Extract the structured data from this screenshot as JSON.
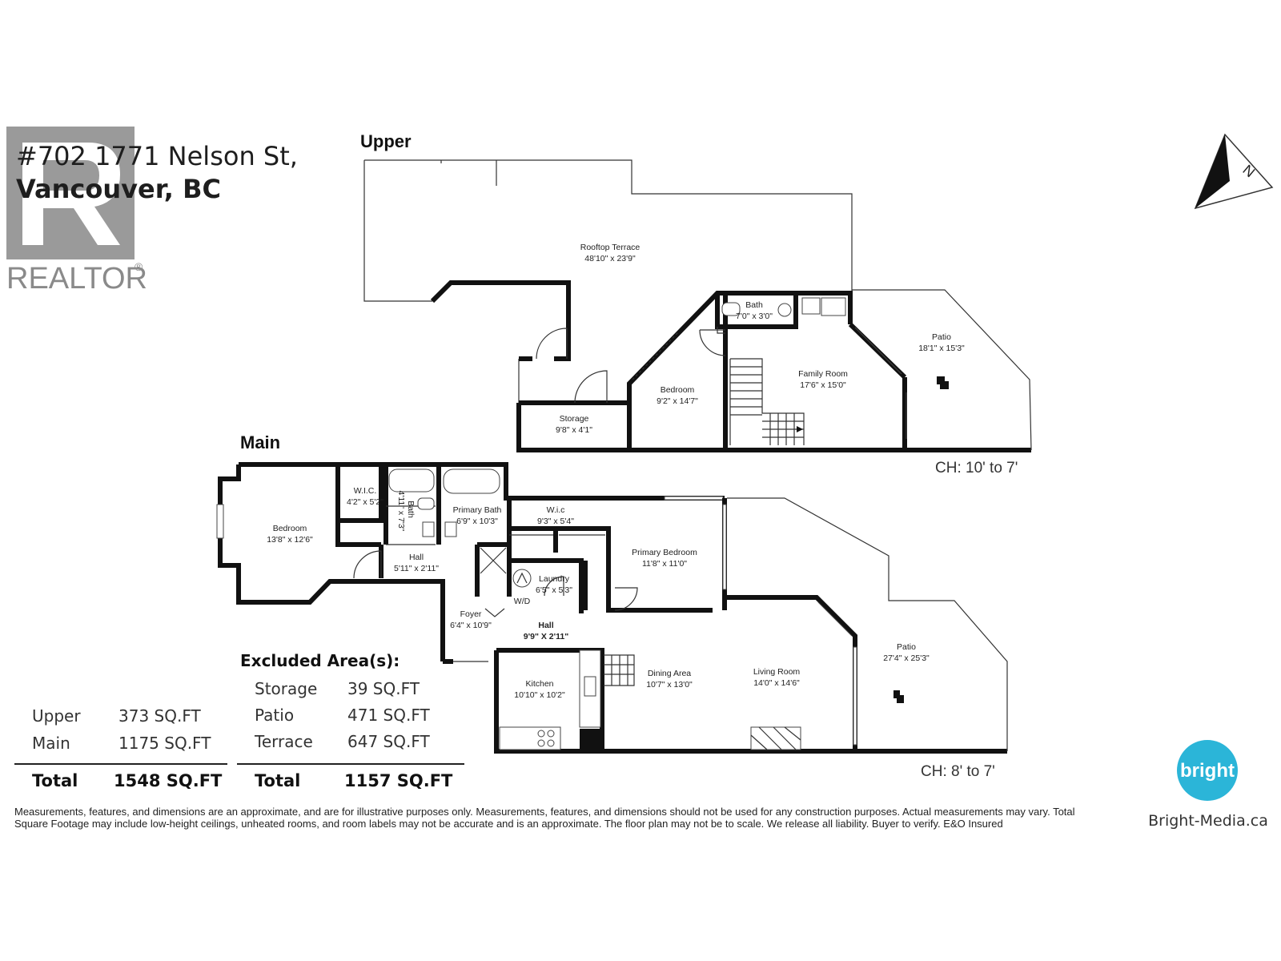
{
  "address": {
    "line1": "#702 1771 Nelson St,",
    "line2": "Vancouver, BC"
  },
  "logo": {
    "text": "REALTOR",
    "mark": "®",
    "icon": "realtor-r-logo"
  },
  "compass": {
    "label": "N",
    "icon": "north-arrow-icon"
  },
  "levels": {
    "upper": {
      "label": "Upper",
      "ceiling": "CH: 10' to 7'",
      "rooms": {
        "rooftop_terrace": {
          "name": "Rooftop Terrace",
          "dim": "48'10\" x 23'9\""
        },
        "bath": {
          "name": "Bath",
          "dim": "7'0\" x 3'0\""
        },
        "patio": {
          "name": "Patio",
          "dim": "18'1\" x 15'3\""
        },
        "family_room": {
          "name": "Family Room",
          "dim": "17'6\" x 15'0\""
        },
        "bedroom": {
          "name": "Bedroom",
          "dim": "9'2\" x 14'7\""
        },
        "storage": {
          "name": "Storage",
          "dim": "9'8\" x 4'1\""
        }
      }
    },
    "main": {
      "label": "Main",
      "ceiling": "CH: 8' to 7'",
      "rooms": {
        "bedroom": {
          "name": "Bedroom",
          "dim": "13'8\" x 12'6\""
        },
        "wic": {
          "name": "W.I.C.",
          "dim": "4'2\" x 5'2\""
        },
        "bath": {
          "name": "Bath",
          "dim": "4'11\" x 7'3\""
        },
        "primary_bath": {
          "name": "Primary Bath",
          "dim": "6'9\" x 10'3\""
        },
        "wic2": {
          "name": "W.i.c",
          "dim": "9'3\" x 5'4\""
        },
        "hall": {
          "name": "Hall",
          "dim": "5'11\" x 2'11\""
        },
        "primary_bedroom": {
          "name": "Primary Bedroom",
          "dim": "11'8\" x 11'0\""
        },
        "laundry": {
          "name": "Laundry",
          "dim": "6'5\" x 5'3\""
        },
        "wd": {
          "name": "W/D"
        },
        "foyer": {
          "name": "Foyer",
          "dim": "6'4\" x 10'9\""
        },
        "hall2": {
          "name": "Hall",
          "dim": "9'9\" X 2'11\""
        },
        "kitchen": {
          "name": "Kitchen",
          "dim": "10'10\" x 10'2\""
        },
        "dining": {
          "name": "Dining Area",
          "dim": "10'7\" x 13'0\""
        },
        "living": {
          "name": "Living Room",
          "dim": "14'0\" x 14'6\""
        },
        "patio": {
          "name": "Patio",
          "dim": "27'4\" x 25'3\""
        }
      }
    }
  },
  "areas": {
    "rows": [
      {
        "label": "Upper",
        "value": "373 SQ.FT"
      },
      {
        "label": "Main",
        "value": "1175 SQ.FT"
      }
    ],
    "total": {
      "label": "Total",
      "value": "1548 SQ.FT"
    }
  },
  "excluded": {
    "title": "Excluded Area(s):",
    "rows": [
      {
        "label": "Storage",
        "value": "39 SQ.FT"
      },
      {
        "label": "Patio",
        "value": "471 SQ.FT"
      },
      {
        "label": "Terrace",
        "value": "647 SQ.FT"
      }
    ],
    "total": {
      "label": "Total",
      "value": "1157 SQ.FT"
    }
  },
  "disclaimer": "Measurements, features, and dimensions are an approximate, and are for illustrative purposes only. Measurements, features, and dimensions should not be used for any construction purposes. Actual measurements may vary. Total Square Footage may include low-height ceilings, unheated rooms, and room labels may not be accurate and is an approximate. The floor plan may not be to scale. We release all liability. Buyer to verify. E&O Insured",
  "brand": {
    "logo_text": "bright",
    "url": "Bright-Media.ca",
    "color": "#2bb5d8"
  }
}
